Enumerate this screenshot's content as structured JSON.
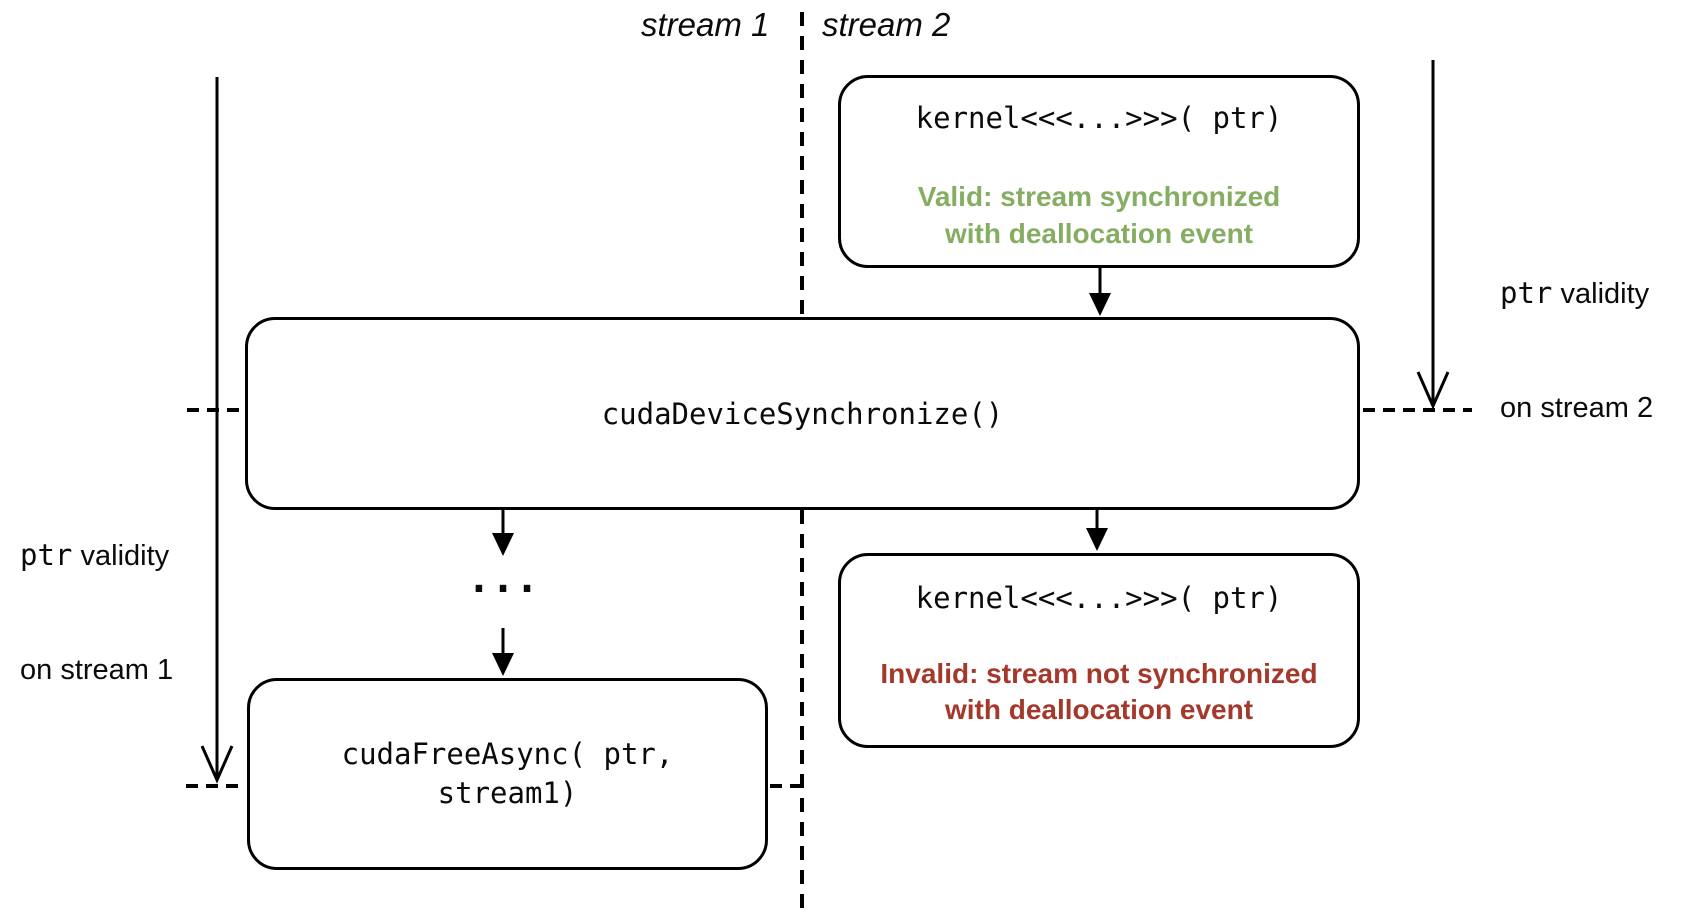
{
  "colors": {
    "valid_green": "#85AE62",
    "invalid_red": "#A4392B",
    "line_black": "#000000",
    "background": "#FFFFFF"
  },
  "stream_headers": {
    "stream1": "stream 1",
    "stream2": "stream 2"
  },
  "validity_labels": {
    "stream1": {
      "code": "ptr",
      "text": "validity",
      "line2": "on stream 1"
    },
    "stream2": {
      "code": "ptr",
      "text": "validity",
      "line2": "on stream 2"
    }
  },
  "nodes": {
    "kernel_top": {
      "code": "kernel<<<...>>>( ptr)",
      "note1": "Valid: stream synchronized",
      "note2": "with deallocation event"
    },
    "device_sync": {
      "code": "cudaDeviceSynchronize()"
    },
    "free_async": {
      "code1": "cudaFreeAsync( ptr,",
      "code2": "stream1)"
    },
    "kernel_bottom": {
      "code": "kernel<<<...>>>( ptr)",
      "note1": "Invalid: stream not synchronized",
      "note2": "with deallocation event"
    }
  },
  "ellipsis": "..."
}
